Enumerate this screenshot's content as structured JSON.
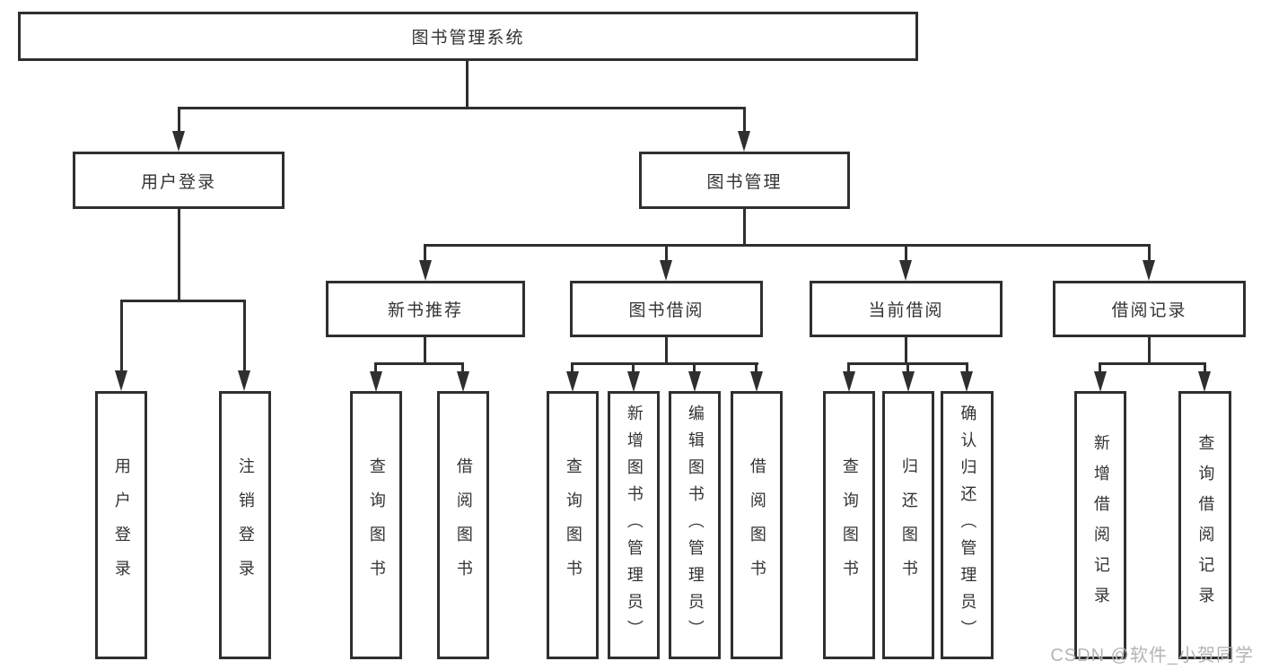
{
  "tree": {
    "root": {
      "label": "图书管理系统",
      "children": [
        {
          "label": "用户登录",
          "children": [
            {
              "label": "用户登录"
            },
            {
              "label": "注销登录"
            }
          ]
        },
        {
          "label": "图书管理",
          "children": [
            {
              "label": "新书推荐",
              "children": [
                {
                  "label": "查询图书"
                },
                {
                  "label": "借阅图书"
                }
              ]
            },
            {
              "label": "图书借阅",
              "children": [
                {
                  "label": "查询图书"
                },
                {
                  "label": "新增图书（管理员）"
                },
                {
                  "label": "编辑图书（管理员）"
                },
                {
                  "label": "借阅图书"
                }
              ]
            },
            {
              "label": "当前借阅",
              "children": [
                {
                  "label": "查询图书"
                },
                {
                  "label": "归还图书"
                },
                {
                  "label": "确认归还（管理员）"
                }
              ]
            },
            {
              "label": "借阅记录",
              "children": [
                {
                  "label": "新增借阅记录"
                },
                {
                  "label": "查询借阅记录"
                }
              ]
            }
          ]
        }
      ]
    }
  },
  "watermark": {
    "text": "CSDN @软件_小贺同学"
  },
  "colors": {
    "line": "#2f2f2f",
    "text": "#333333",
    "box_background": "#ffffff",
    "watermark": "#b5b5b5",
    "background": "#ffffff"
  }
}
